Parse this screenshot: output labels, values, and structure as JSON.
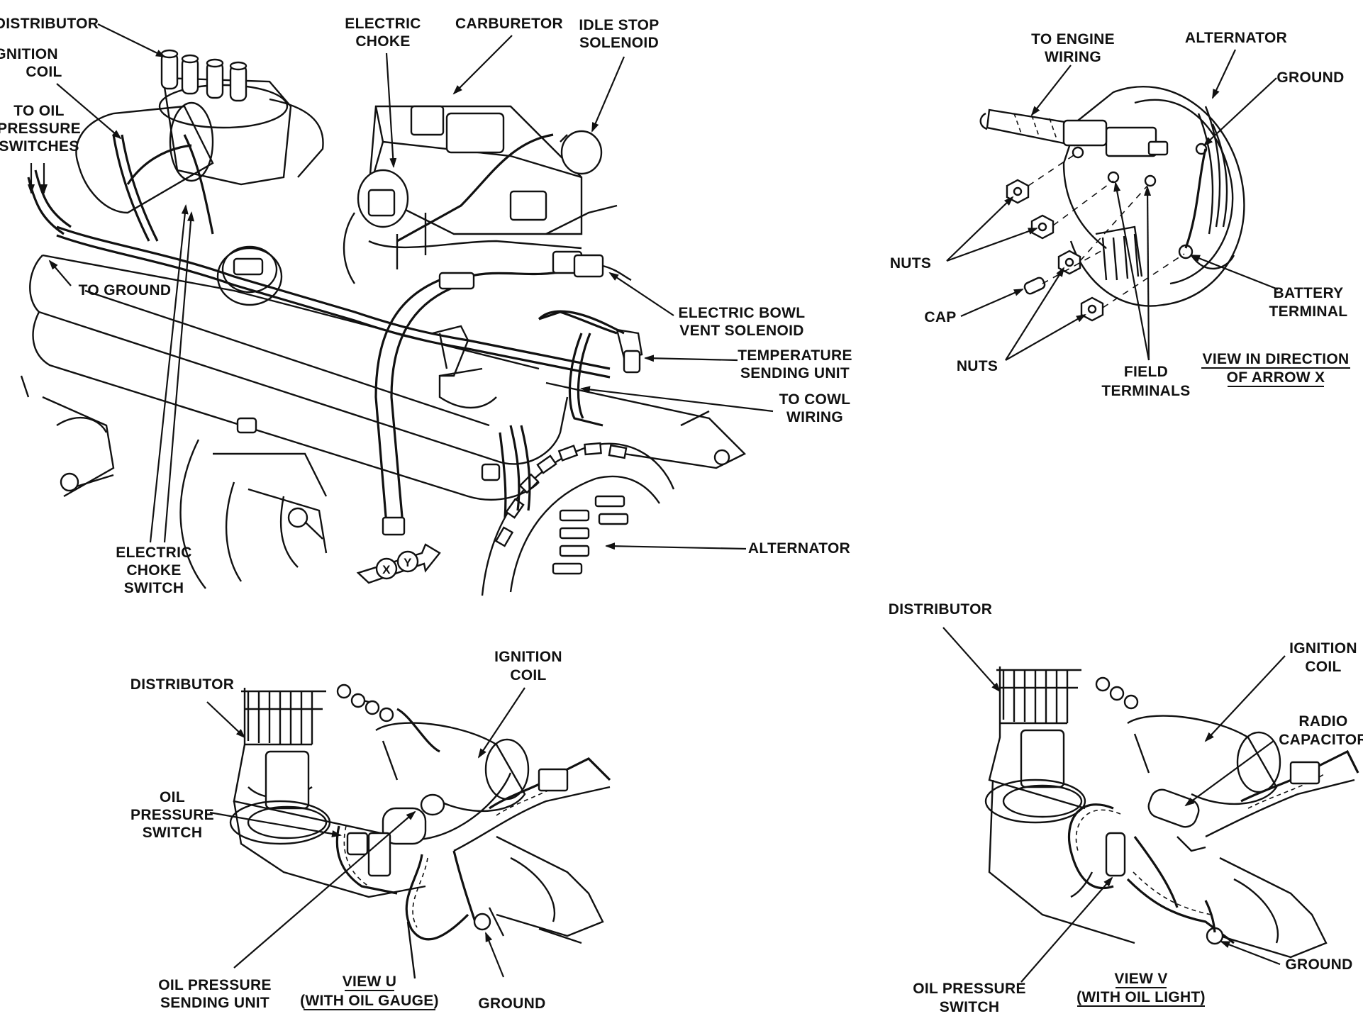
{
  "main_view": {
    "labels": {
      "distributor": "DISTRIBUTOR",
      "ignition_coil": [
        "IGNITION",
        "COIL"
      ],
      "to_oil_pressure_switches": [
        "TO OIL",
        "PRESSURE",
        "SWITCHES"
      ],
      "to_ground": "TO GROUND",
      "electric_choke": [
        "ELECTRIC",
        "CHOKE"
      ],
      "carburetor": "CARBURETOR",
      "idle_stop_solenoid": [
        "IDLE STOP",
        "SOLENOID"
      ],
      "electric_bowl_vent_solenoid": [
        "ELECTRIC BOWL",
        "VENT SOLENOID"
      ],
      "temperature_sending_unit": [
        "TEMPERATURE",
        "SENDING UNIT"
      ],
      "to_cowl_wiring": [
        "TO COWL",
        "WIRING"
      ],
      "alternator": "ALTERNATOR",
      "electric_choke_switch": [
        "ELECTRIC",
        "CHOKE",
        "SWITCH"
      ],
      "arrow_x": "X",
      "arrow_y": "Y"
    }
  },
  "view_x": {
    "labels": {
      "to_engine_wiring": [
        "TO ENGINE",
        "WIRING"
      ],
      "alternator": "ALTERNATOR",
      "ground": "GROUND",
      "nuts_upper": "NUTS",
      "cap": "CAP",
      "nuts_lower": "NUTS",
      "field_terminals": [
        "FIELD",
        "TERMINALS"
      ],
      "battery_terminal": [
        "BATTERY",
        "TERMINAL"
      ],
      "caption": [
        "VIEW IN DIRECTION",
        "OF ARROW X"
      ]
    }
  },
  "view_u": {
    "labels": {
      "distributor": "DISTRIBUTOR",
      "ignition_coil": [
        "IGNITION",
        "COIL"
      ],
      "oil_pressure_switch": [
        "OIL",
        "PRESSURE",
        "SWITCH"
      ],
      "oil_pressure_sending_unit": [
        "OIL PRESSURE",
        "SENDING UNIT"
      ],
      "ground": "GROUND",
      "caption": [
        "VIEW U",
        "(WITH OIL GAUGE)"
      ]
    }
  },
  "view_v": {
    "labels": {
      "distributor": "DISTRIBUTOR",
      "ignition_coil": [
        "IGNITION",
        "COIL"
      ],
      "radio_capacitor": [
        "RADIO",
        "CAPACITOR"
      ],
      "oil_pressure_switch": [
        "OIL PRESSURE",
        "SWITCH"
      ],
      "ground": "GROUND",
      "caption": [
        "VIEW V",
        "(WITH OIL LIGHT)"
      ]
    }
  }
}
